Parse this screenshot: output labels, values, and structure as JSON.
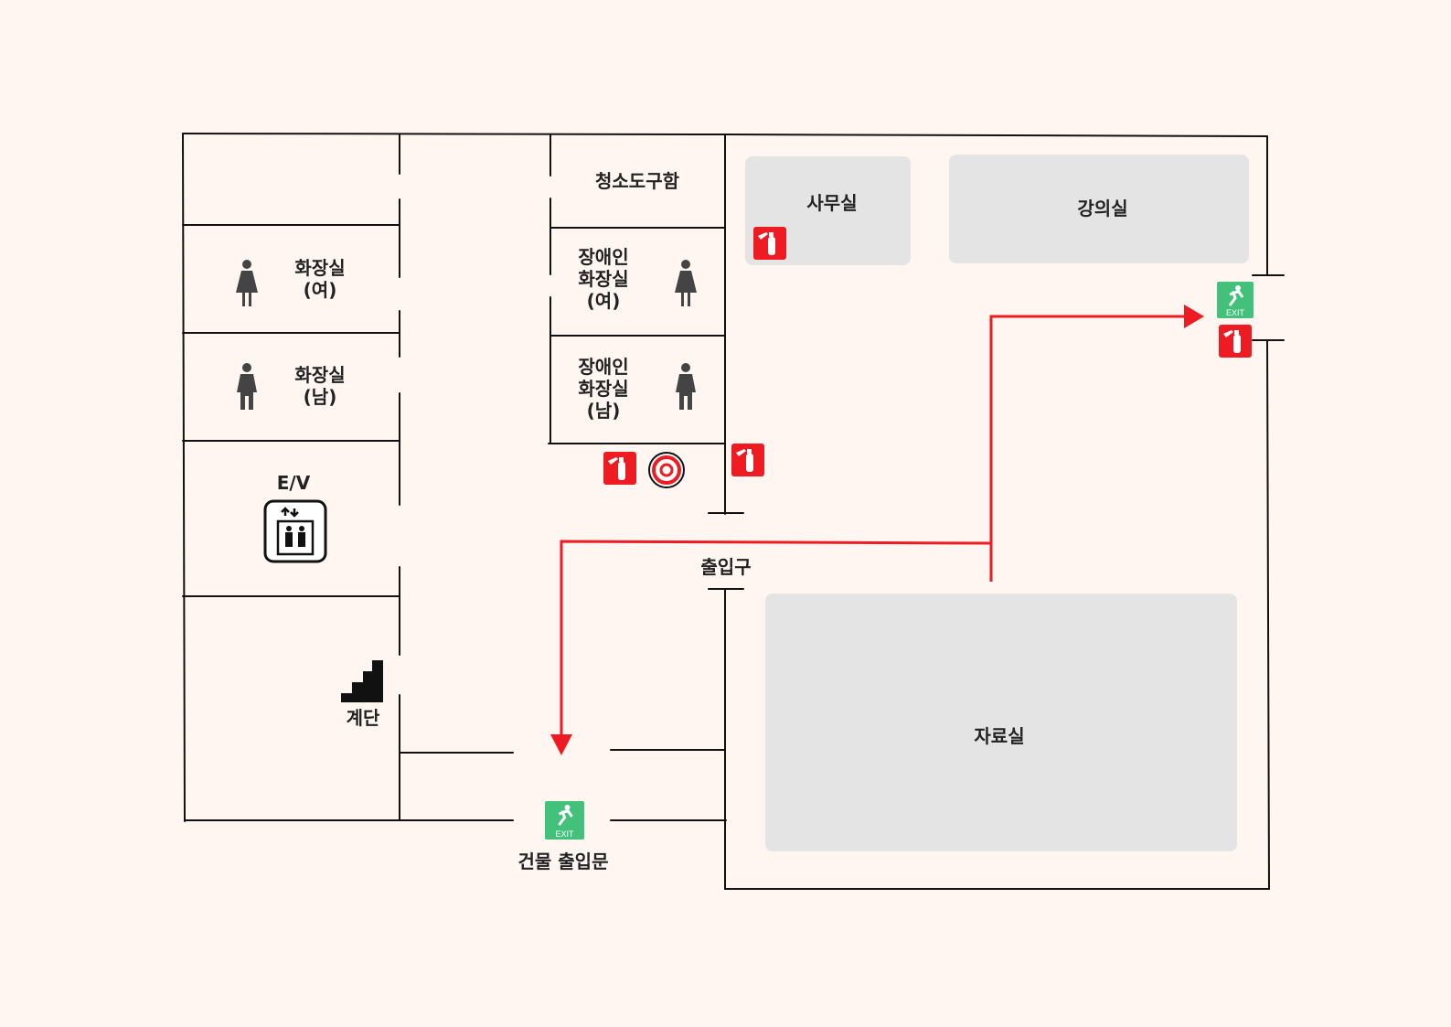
{
  "rooms": {
    "office": "사무실",
    "lecture": "강의실",
    "archive": "자료실",
    "cleaning": "청소도구함",
    "restroom_f": "화장실\n(여)",
    "restroom_m": "화장실\n(남)",
    "accessible_f": "장애인\n화장실\n(여)",
    "accessible_m": "장애인\n화장실\n(남)",
    "elevator": "E/V",
    "stairs": "계단",
    "entrance": "출입구",
    "building_door": "건물 출입문"
  },
  "exit_text": "EXIT",
  "colors": {
    "background": "#fff5f1",
    "wall": "#111111",
    "room_fill": "#e4e4e4",
    "route": "#ee1b22",
    "extinguisher": "#ee1b22",
    "exit_sign": "#43c07a"
  },
  "icons": [
    "fire-extinguisher-icon",
    "fire-hose-icon",
    "exit-sign-icon",
    "female-icon",
    "male-icon",
    "elevator-icon",
    "stairs-icon"
  ]
}
